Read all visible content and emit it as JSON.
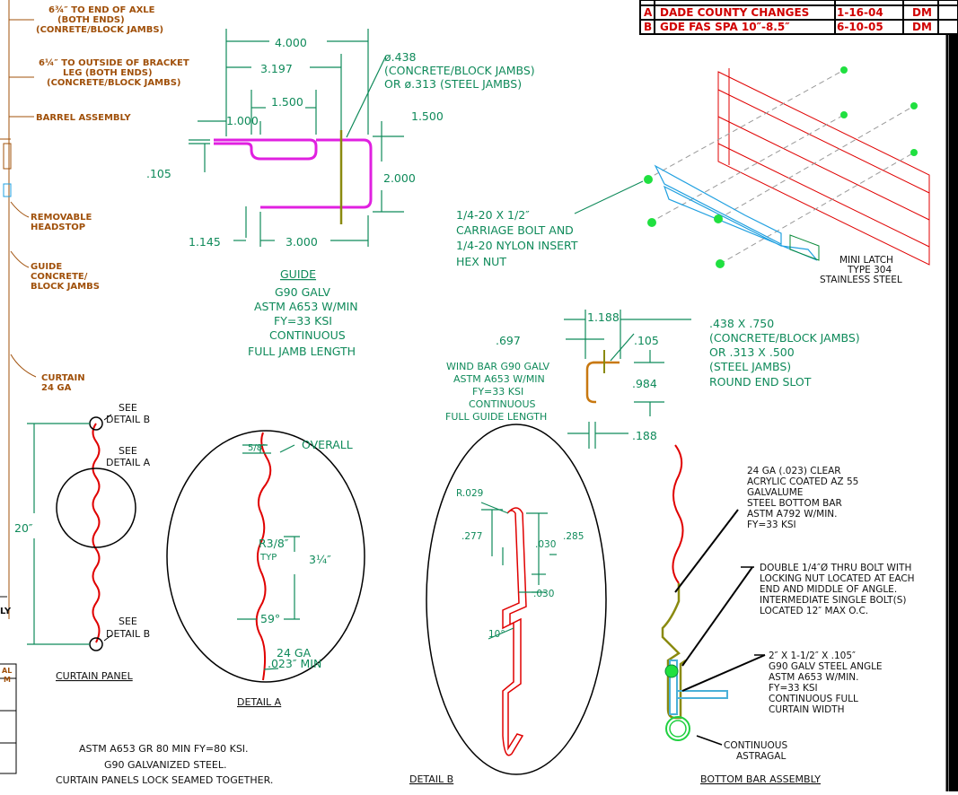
{
  "revisions": [
    {
      "letter": "A",
      "desc": "DADE COUNTY CHANGES",
      "date": "1-16-04",
      "by": "DM"
    },
    {
      "letter": "B",
      "desc": "GDE FAS SPA 10″-8.5″",
      "date": "6-10-05",
      "by": "DM"
    }
  ],
  "left_notes": {
    "axle_1": "6¾″ TO END OF AXLE",
    "axle_2": "(BOTH ENDS)",
    "axle_3": "(CONRETE/BLOCK JAMBS)",
    "bracket_1": "6¼″ TO OUTSIDE OF BRACKET",
    "bracket_2": "LEG (BOTH ENDS)",
    "bracket_3": "(CONCRETE/BLOCK JAMBS)",
    "barrel": "BARREL ASSEMBLY",
    "headstop_1": "REMOVABLE",
    "headstop_2": "HEADSTOP",
    "guide_1": "GUIDE",
    "guide_2": "CONCRETE/",
    "guide_3": "BLOCK JAMBS",
    "curtain_1": "CURTAIN",
    "curtain_2": "24 GA",
    "cut_ly": "LY",
    "cut_al": "AL",
    "cut_m": "M"
  },
  "guide": {
    "dim_4000": "4.000",
    "dim_3197": "3.197",
    "dim_1500a": "1.500",
    "dim_1000": "1.000",
    "dim_1500b": "1.500",
    "dim_105": ".105",
    "dim_2000": "2.000",
    "dim_1145": "1.145",
    "dim_3000": "3.000",
    "hole_1": "ø.438",
    "hole_2": "(CONCRETE/BLOCK JAMBS)",
    "hole_3": "OR ø.313 (STEEL JAMBS)",
    "title": "GUIDE",
    "spec_1": "G90 GALV",
    "spec_2": "ASTM A653 W/MIN",
    "spec_3": "FY=33 KSI",
    "spec_4": "CONTINUOUS",
    "spec_5": "FULL JAMB LENGTH"
  },
  "bolt_note": {
    "line_1": "1/4-20 X 1/2″",
    "line_2": "CARRIAGE BOLT AND",
    "line_3": "1/4-20 NYLON INSERT",
    "line_4": "HEX NUT"
  },
  "mini_latch": {
    "line_1": "MINI LATCH",
    "line_2": "TYPE 304",
    "line_3": "STAINLESS STEEL"
  },
  "wind_bar": {
    "dim_1188": "1.188",
    "dim_697": ".697",
    "dim_105": ".105",
    "dim_984": ".984",
    "dim_188": ".188",
    "slot_1": ".438 X .750",
    "slot_2": "(CONCRETE/BLOCK JAMBS)",
    "slot_3": "OR .313 X .500",
    "slot_4": "(STEEL JAMBS)",
    "slot_5": "ROUND END SLOT",
    "spec_1": "WIND BAR G90 GALV",
    "spec_2": "ASTM A653 W/MIN",
    "spec_3": "FY=33 KSI",
    "spec_4": "CONTINUOUS",
    "spec_5": "FULL GUIDE LENGTH"
  },
  "curtain_panel": {
    "see_b_top_1": "SEE",
    "see_b_top_2": "DETAIL B",
    "see_a_1": "SEE",
    "see_a_2": "DETAIL A",
    "see_b_bot_1": "SEE",
    "see_b_bot_2": "DETAIL B",
    "height": "20″",
    "title": "CURTAIN PANEL"
  },
  "detail_a": {
    "overall_frac": "5/8″",
    "overall": "OVERALL",
    "radius": "R3/8″",
    "typ": "TYP",
    "pitch": "3¼″",
    "angle": "59°",
    "ga_1": "24 GA",
    "ga_2": ".023″ MIN",
    "title": "DETAIL A"
  },
  "detail_b": {
    "radius": "R.029",
    "dim_277": ".277",
    "dim_030a": ".030",
    "dim_285": ".285",
    "dim_030b": ".030",
    "angle": "10°",
    "title": "DETAIL B"
  },
  "bottom_bar": {
    "note1_1": "24 GA (.023) CLEAR",
    "note1_2": "ACRYLIC COATED AZ 55",
    "note1_3": "GALVALUME",
    "note1_4": "STEEL BOTTOM BAR",
    "note1_5": "ASTM A792 W/MIN.",
    "note1_6": "FY=33 KSI",
    "note2_1": "DOUBLE 1/4″Ø THRU BOLT WITH",
    "note2_2": "LOCKING NUT LOCATED AT EACH",
    "note2_3": "END AND MIDDLE OF ANGLE.",
    "note2_4": "INTERMEDIATE SINGLE BOLT(S)",
    "note2_5": "LOCATED 12″ MAX O.C.",
    "note3_1": "2″ X 1-1/2″ X .105″",
    "note3_2": "G90 GALV STEEL ANGLE",
    "note3_3": "ASTM A653 W/MIN.",
    "note3_4": "FY=33 KSI",
    "note3_5": "CONTINUOUS FULL",
    "note3_6": "CURTAIN WIDTH",
    "astragal_1": "CONTINUOUS",
    "astragal_2": "ASTRAGAL",
    "title": "BOTTOM BAR ASSEMBLY"
  },
  "bottom_note": {
    "line_1": "ASTM A653 GR 80 MIN FY=80 KSI.",
    "line_2": "G90 GALVANIZED STEEL.",
    "line_3": "CURTAIN PANELS LOCK SEAMED TOGETHER."
  },
  "colors": {
    "dimension": "#0f8a5a",
    "callout": "#a0500a",
    "revision": "#d00000",
    "guide_profile": "#e020e0",
    "curtain": "#e00000",
    "latch": "#20a0e0",
    "angle": "#4ab0d8",
    "bottom_bar": "#8a8a10",
    "bolt": "#20e040"
  }
}
